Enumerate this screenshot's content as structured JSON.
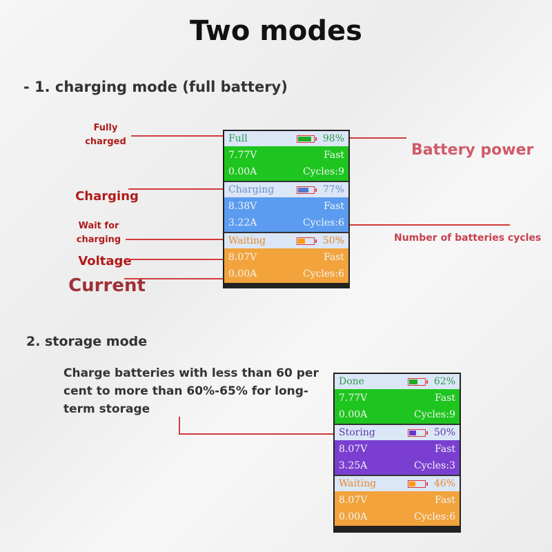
{
  "title": "Two modes",
  "section1": {
    "prefix": "-",
    "heading": "1. charging mode (full battery)"
  },
  "section2": {
    "heading": "2. storage mode",
    "description": "Charge batteries with less than 60 per cent to more than 60%-65% for long-term storage"
  },
  "annotations": {
    "fully_charged": "Fully charged",
    "charging": "Charging",
    "wait_for_charging": "Wait for charging",
    "voltage": "Voltage",
    "current": "Current",
    "battery_power": "Battery power",
    "cycles": "Number of batteries cycles"
  },
  "panel1": [
    {
      "status": "Full",
      "percent": "98%",
      "level": 0.98,
      "voltage": "7.77V",
      "mode": "Fast",
      "current": "0.00A",
      "cycles": "Cycles:9",
      "color": "#1ec51e",
      "status_color": "#2e9a4a",
      "fill_color": "#2a2"
    },
    {
      "status": "Charging",
      "percent": "77%",
      "level": 0.77,
      "voltage": "8.38V",
      "mode": "Fast",
      "current": "3.22A",
      "cycles": "Cycles:6",
      "color": "#5b9cf0",
      "status_color": "#6a8fc7",
      "fill_color": "#57c"
    },
    {
      "status": "Waiting",
      "percent": "50%",
      "level": 0.5,
      "voltage": "8.07V",
      "mode": "Fast",
      "current": "0.00A",
      "cycles": "Cycles:6",
      "color": "#f2a33c",
      "status_color": "#e58a2a",
      "fill_color": "#f90"
    }
  ],
  "panel2": [
    {
      "status": "Done",
      "percent": "62%",
      "level": 0.62,
      "voltage": "7.77V",
      "mode": "Fast",
      "current": "0.00A",
      "cycles": "Cycles:9",
      "color": "#1ec51e",
      "status_color": "#2e9a4a",
      "fill_color": "#2a2"
    },
    {
      "status": "Storing",
      "percent": "50%",
      "level": 0.5,
      "voltage": "8.07V",
      "mode": "Fast",
      "current": "3.25A",
      "cycles": "Cycles:3",
      "color": "#7a3fd0",
      "status_color": "#5a3aa0",
      "fill_color": "#63c"
    },
    {
      "status": "Waiting",
      "percent": "46%",
      "level": 0.46,
      "voltage": "8.07V",
      "mode": "Fast",
      "current": "0.00A",
      "cycles": "Cycles:6",
      "color": "#f2a33c",
      "status_color": "#e58a2a",
      "fill_color": "#f90"
    }
  ]
}
